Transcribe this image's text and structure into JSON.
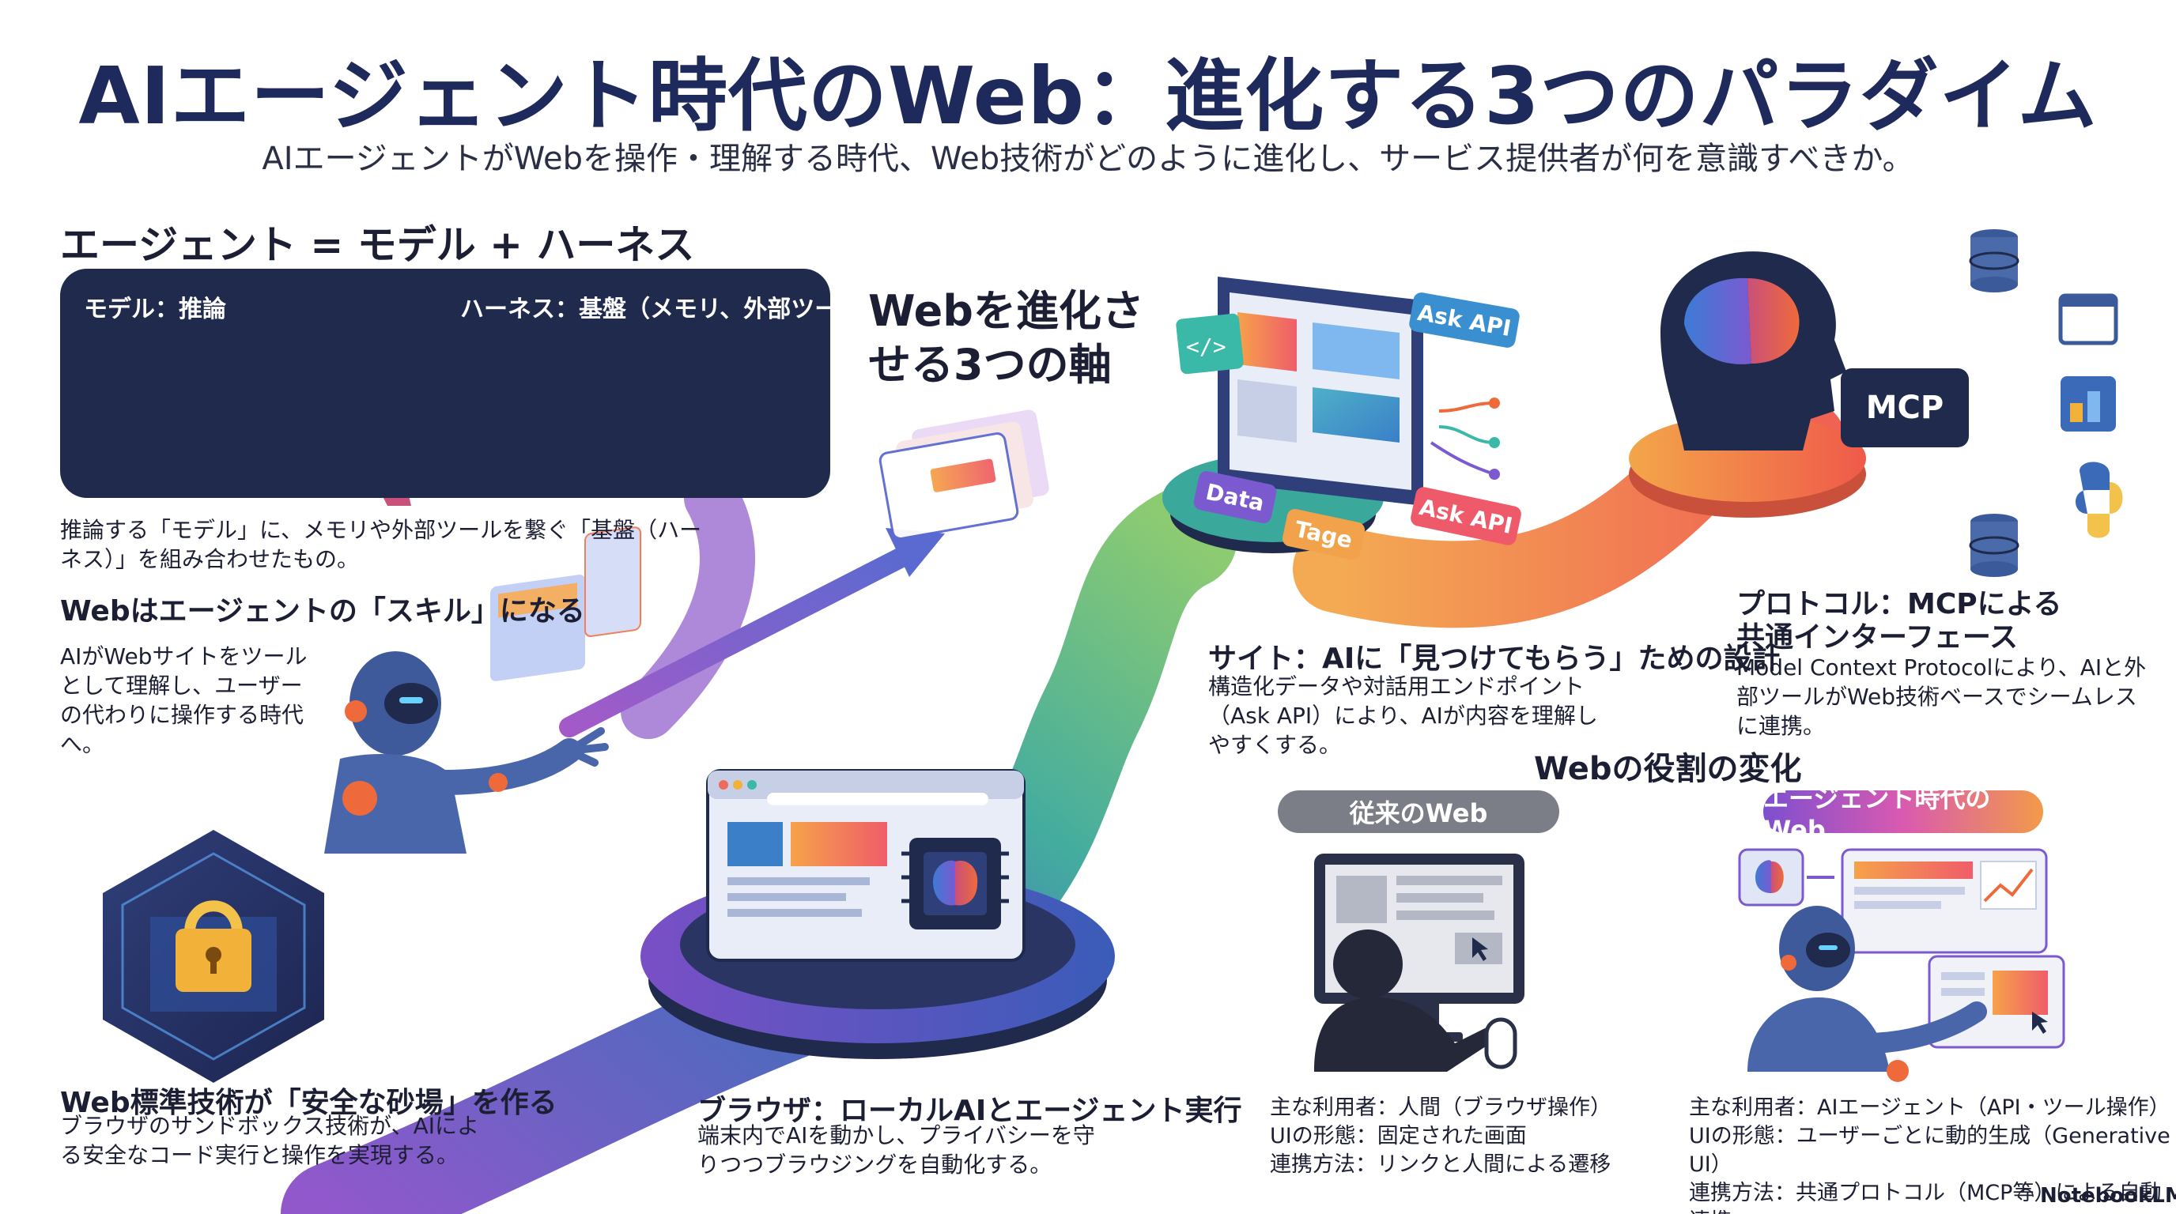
{
  "title": "AIエージェント時代のWeb：進化する3つのパラダイム",
  "subtitle": "AIエージェントがWebを操作・理解する時代、Web技術がどのように進化し、サービス提供者が何を意識すべきか。",
  "agent_section": {
    "heading": "エージェント = モデル + ハーネス",
    "model_label": "モデル：推論",
    "harness_label": "ハーネス：基盤（メモリ、外部ツール）",
    "caption": "推論する「モデル」に、メモリや外部ツールを繋ぐ「基盤（ハーネス）」を組み合わせたもの。"
  },
  "skill_section": {
    "heading": "Webはエージェントの「スキル」になる",
    "body": "AIがWebサイトをツールとして理解し、ユーザーの代わりに操作する時代へ。"
  },
  "sandbox_section": {
    "heading": "Web標準技術が「安全な砂場」を作る",
    "body": "ブラウザのサンドボックス技術が、AIによる安全なコード実行と操作を実現する。"
  },
  "axes_title": "Webを進化させる3つの軸",
  "browser_section": {
    "heading": "ブラウザ：ローカルAIとエージェント実行",
    "body": "端末内でAIを動かし、プライバシーを守りつつブラウジングを自動化する。"
  },
  "site_section": {
    "heading": "サイト：AIに「見つけてもらう」ための設計",
    "body": "構造化データや対話用エンドポイント（Ask API）により、AIが内容を理解しやすくする。",
    "tags": [
      "Ask API",
      "Ask API",
      "Data",
      "Tage"
    ]
  },
  "protocol_section": {
    "heading": "プロトコル：MCPによる共通インターフェース",
    "body": "Model Context Protocolにより、AIと外部ツールがWeb技術ベースでシームレスに連携。",
    "mcp_label": "MCP"
  },
  "role_change": {
    "heading": "Webの役割の変化",
    "old_label": "従来のWeb",
    "new_label": "エージェント時代のWeb",
    "old_lines": [
      "主な利用者：人間（ブラウザ操作）",
      "UIの形態：固定された画面",
      "連携方法：リンクと人間による遷移"
    ],
    "new_lines": [
      "主な利用者：AIエージェント（API・ツール操作）",
      "UIの形態：ユーザーごとに動的生成（Generative UI）",
      "連携方法：共通プロトコル（MCP等）による自動連携"
    ]
  },
  "brand": "NotebookLM",
  "colors": {
    "navy": "#1f2a4d",
    "title": "#1f2a5c",
    "purple": "#7d4fd0",
    "orange": "#f29a4a",
    "teal": "#3aa6a0"
  }
}
